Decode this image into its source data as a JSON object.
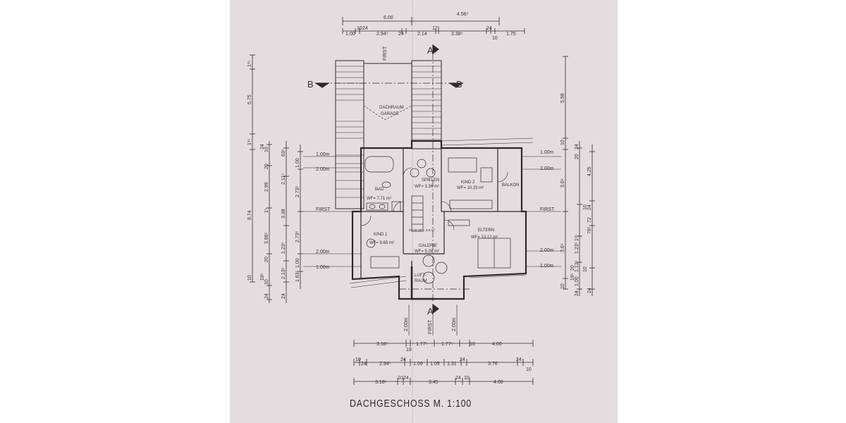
{
  "title": "DACHGESCHOSS  M. 1:100",
  "rooms": {
    "dachraum": [
      "DACHRAUM",
      "GARAGE"
    ],
    "bad": [
      "BAD",
      "WF= 7.71 m²"
    ],
    "spielen": [
      "SPIELEN",
      "WF= 3.36 m²"
    ],
    "kind2": [
      "KIND 2",
      "WF= 10.23 m²"
    ],
    "balkon": "BALKON",
    "kind1": [
      "KIND 1",
      "WF= 9.65 m²"
    ],
    "flur": "FLUR WF= 3.6 m²",
    "galerie": [
      "GALERIE",
      "WF= 5.28 m²"
    ],
    "eltern": [
      "ELTERN",
      "WF= 13.12 m²"
    ],
    "luftraum": [
      "LUFT-",
      "RAUM"
    ]
  },
  "labels": {
    "first": "FIRST",
    "section_a": "A",
    "section_b": "B",
    "h100": "1.00m",
    "h200": "2.00m"
  },
  "top_dims": {
    "overall": [
      "6.00",
      "4.56⁵"
    ],
    "detail": [
      "1.00",
      "10",
      "24",
      "2.94⁵",
      "24",
      "2.14",
      "17⁵",
      "3.38⁵",
      "24",
      "10",
      "1.75"
    ]
  },
  "bottom_dims": {
    "row1": [
      "3.18⁵",
      "19",
      "1.77⁵",
      "1.77⁵",
      "10",
      "4.00"
    ],
    "row2": [
      "10",
      "24",
      "2.94⁵",
      "24",
      "1.09",
      "1.05",
      "1.31",
      "24",
      "3.76",
      "24",
      "10"
    ],
    "row3": [
      "3.18⁵",
      "10",
      "24",
      "3.45",
      "24",
      "10",
      "4.00"
    ],
    "vertical": [
      "2.00m",
      "FIRST",
      "2.00m"
    ]
  },
  "left_dims": {
    "outer": [
      "1¹⁵",
      "5.75",
      "1¹⁵",
      "8.74",
      "10"
    ],
    "middle": [
      "10",
      "24",
      "20",
      "2.99",
      "1⁵",
      "3.86⁵",
      "20",
      "10",
      "19⁵",
      "24"
    ],
    "inner": [
      "63⁵",
      "2.11⁵",
      "3.38",
      "1.23⁵",
      "2.13⁵",
      "24"
    ],
    "inner2": [
      "1.00",
      "2.73⁵",
      "2.73⁵",
      "1.00",
      "1.63⁵"
    ]
  },
  "right_dims": {
    "outer": [
      "5.98",
      "10",
      "3.6⁹",
      "3.6⁹",
      "10"
    ],
    "middle": [
      "20",
      "24",
      "1¹⁵",
      "1.23⁵",
      "1.13⁵",
      "1.00",
      "20",
      "19⁵",
      "24"
    ],
    "inner": [
      "4.25",
      "24",
      "10",
      "72",
      "78⁵",
      "10",
      "24"
    ]
  }
}
